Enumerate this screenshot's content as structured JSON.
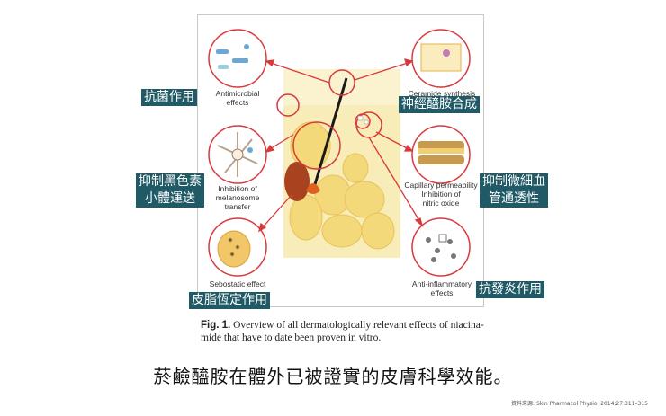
{
  "figure": {
    "labels": {
      "antimicrobial": "Antimicrobial\neffects",
      "ceramide": "Ceramide synthesis",
      "melanosome": "Inhibition of\nmelanosome\ntransfer",
      "capillary": "Capillary permeability\nInhibition of\nnitric oxide",
      "sebostatic": "Sebostatic effect",
      "antiinflammatory": "Anti-inflammatory\neffects"
    },
    "caption_label": "Fig. 1.",
    "caption_text": " Overview of all dermatologically relevant effects of niacina-mide that have to date been proven in vitro."
  },
  "zh_tags": {
    "antimicrobial": "抗菌作用",
    "ceramide": "神經醯胺合成",
    "melanosome": "抑制黑色素\n小體運送",
    "capillary": "抑制微細血\n管通透性",
    "sebostatic": "皮脂恆定作用",
    "antiinflammatory": "抗發炎作用"
  },
  "main_heading": "菸鹼醯胺在體外已被證實的皮膚科學效能。",
  "source_note": "資料來源: Skin Pharmacol Physiol 2014;27:311–315",
  "colors": {
    "tag_bg": "#1f5a66",
    "arrow": "#d9393b",
    "skin": "#f7e6a6"
  }
}
